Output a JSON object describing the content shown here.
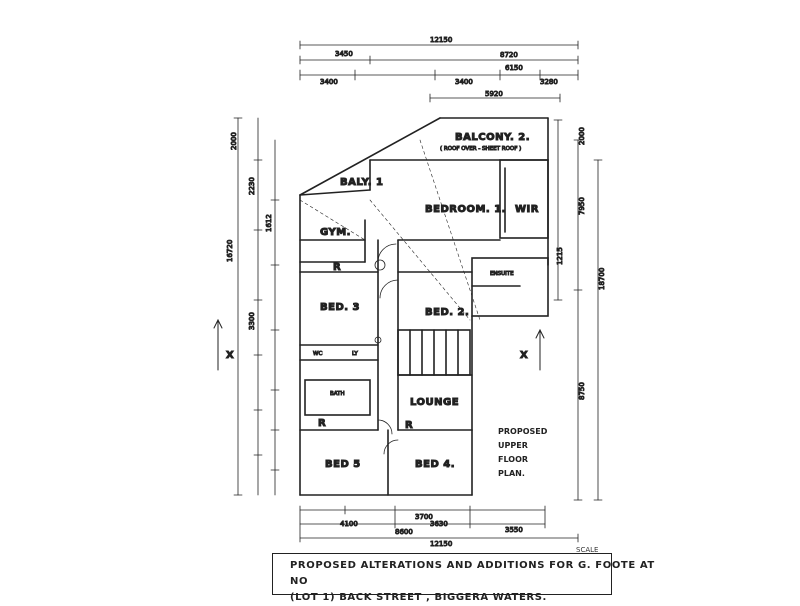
{
  "title": {
    "line1": "PROPOSED ALTERATIONS AND ADDITIONS FOR G. FOOTE AT",
    "line2": "No",
    "line3": "(LOT 1)  BACK STREET ,  BIGGERA  WATERS."
  },
  "plan_label": [
    "PROPOSED",
    "UPPER",
    "FLOOR",
    "PLAN."
  ],
  "scale_mark": "SCALE",
  "rooms": {
    "balcony2": "BALCONY. 2.",
    "balcony2_note": "( ROOF OVER - SHEET ROOF )",
    "balcony1": "BALY. 1",
    "bedroom1": "BEDROOM. 1.",
    "wir": "WIR",
    "gym": "GYM.",
    "ensuite": "ENSUITE",
    "bed3": "BED. 3",
    "bed2": "BED. 2.",
    "bath": "BATH",
    "lounge": "LOUNGE",
    "bed5": "BED 5",
    "bed4": "BED 4.",
    "wc": "WC",
    "ly": "LY",
    "r": "R"
  },
  "dimensions": {
    "top_overall": "12150",
    "top_a": "3450",
    "top_b": "8720",
    "top_c": "3400",
    "top_d": "6150",
    "top_e": "3400",
    "top_f": "3280",
    "top_g": "5920",
    "bottom_overall": "12150",
    "bottom_a": "3630",
    "bottom_b": "3700",
    "bottom_c": "8600",
    "bottom_d": "3550",
    "bottom_e": "4100",
    "left_overall": "16720",
    "left_a": "2000",
    "left_b": "2230",
    "left_c": "3300",
    "left_d": "1612",
    "right_overall": "18700",
    "right_a": "7950",
    "right_b": "8750",
    "right_c": "2000",
    "right_d": "1215"
  },
  "section_marks": [
    "X",
    "X"
  ]
}
